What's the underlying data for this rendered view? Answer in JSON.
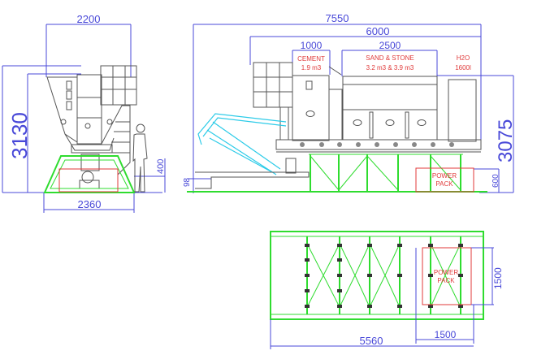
{
  "front_view": {
    "width_top": "2200",
    "width_base": "2360",
    "height": "3130",
    "base_height": "400"
  },
  "side_view": {
    "overall_length": "7550",
    "body_length": "6000",
    "cement_length": "1000",
    "aggregate_length": "2500",
    "height": "3075",
    "power_pack_height": "600",
    "chute_height": "98",
    "compartments": {
      "cement": {
        "name": "CEMENT",
        "capacity": "1.9 m3"
      },
      "aggregate": {
        "name": "SAND & STONE",
        "capacity": "3.2 m3 & 3.9 m3"
      },
      "water": {
        "name": "H2O",
        "capacity": "1600l"
      }
    },
    "power_pack_label": [
      "POWER",
      "PACK"
    ]
  },
  "top_view": {
    "length": "5560",
    "power_pack_length": "1500",
    "width": "1500",
    "power_pack_label": [
      "POWER",
      "PACK"
    ]
  },
  "colors": {
    "dimension": "#4848d8",
    "frame": "#2fdc2f",
    "label": "#e03a3a",
    "boom": "#2ccbe8"
  }
}
